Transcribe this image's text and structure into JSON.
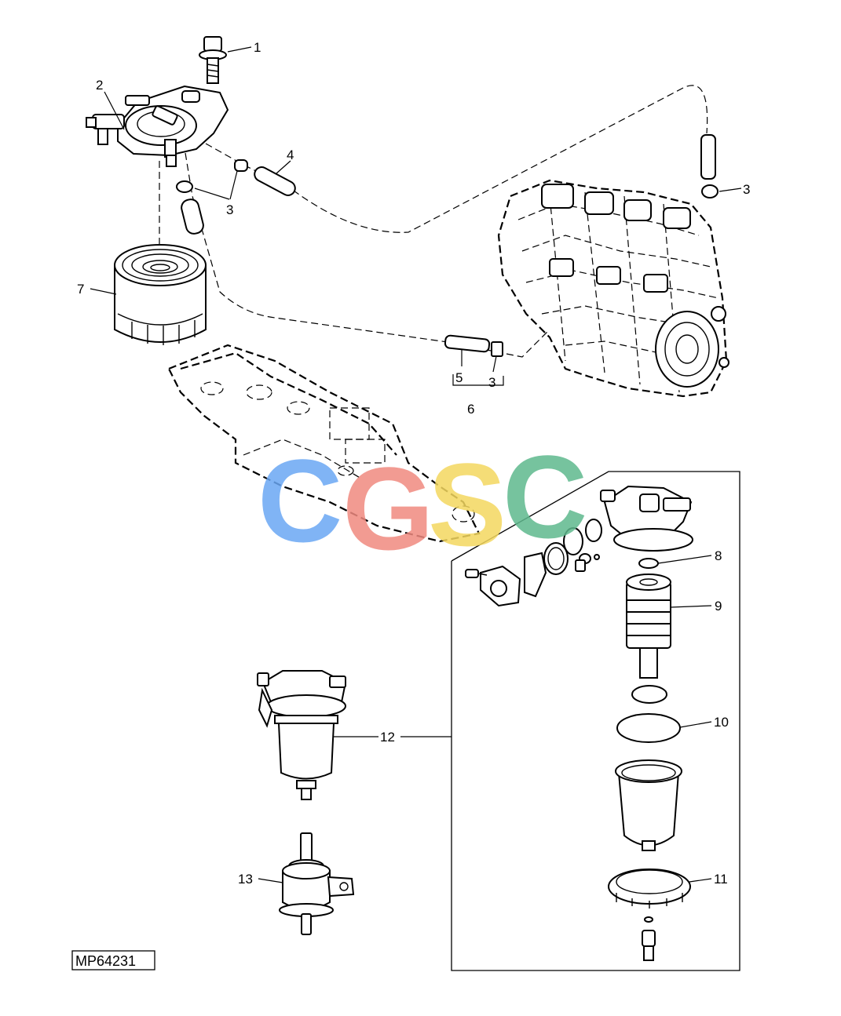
{
  "diagram": {
    "reference_code": "MP64231",
    "callouts": [
      "1",
      "2",
      "3",
      "3",
      "3",
      "3",
      "4",
      "5",
      "6",
      "7",
      "8",
      "9",
      "10",
      "11",
      "12",
      "13"
    ],
    "watermark": {
      "letters": [
        "C",
        "G",
        "S",
        "C"
      ],
      "colors": [
        "#6aa7f4",
        "#f08a80",
        "#f4d860",
        "#5fb98e"
      ]
    }
  }
}
